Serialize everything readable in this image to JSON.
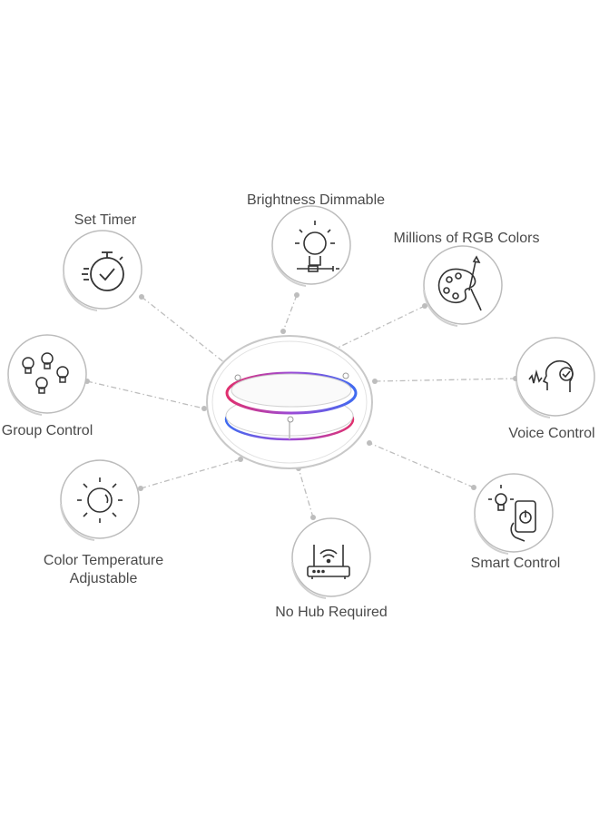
{
  "features": {
    "brightness": {
      "label": "Brightness Dimmable",
      "icon": "brightness-slider-icon"
    },
    "timer": {
      "label": "Set Timer",
      "icon": "stopwatch-icon"
    },
    "rgb": {
      "label": "Millions of RGB Colors",
      "icon": "paint-palette-icon"
    },
    "group": {
      "label": "Group Control",
      "icon": "light-bulbs-icon"
    },
    "voice": {
      "label": "Voice Control",
      "icon": "voice-head-icon"
    },
    "temperature": {
      "label_line1": "Color Temperature",
      "label_line2": "Adjustable",
      "icon": "sun-icon"
    },
    "smart": {
      "label": "Smart Control",
      "icon": "smartphone-bulb-icon"
    },
    "hub": {
      "label": "No Hub Required",
      "icon": "wifi-router-icon"
    }
  },
  "device": {
    "icon": "ceiling-light-icon"
  },
  "colors": {
    "line": "#bdbdbd",
    "icon_stroke": "#333333",
    "ring_gradient": [
      "#e0306e",
      "#9b4bd6",
      "#3f6bf0"
    ]
  }
}
